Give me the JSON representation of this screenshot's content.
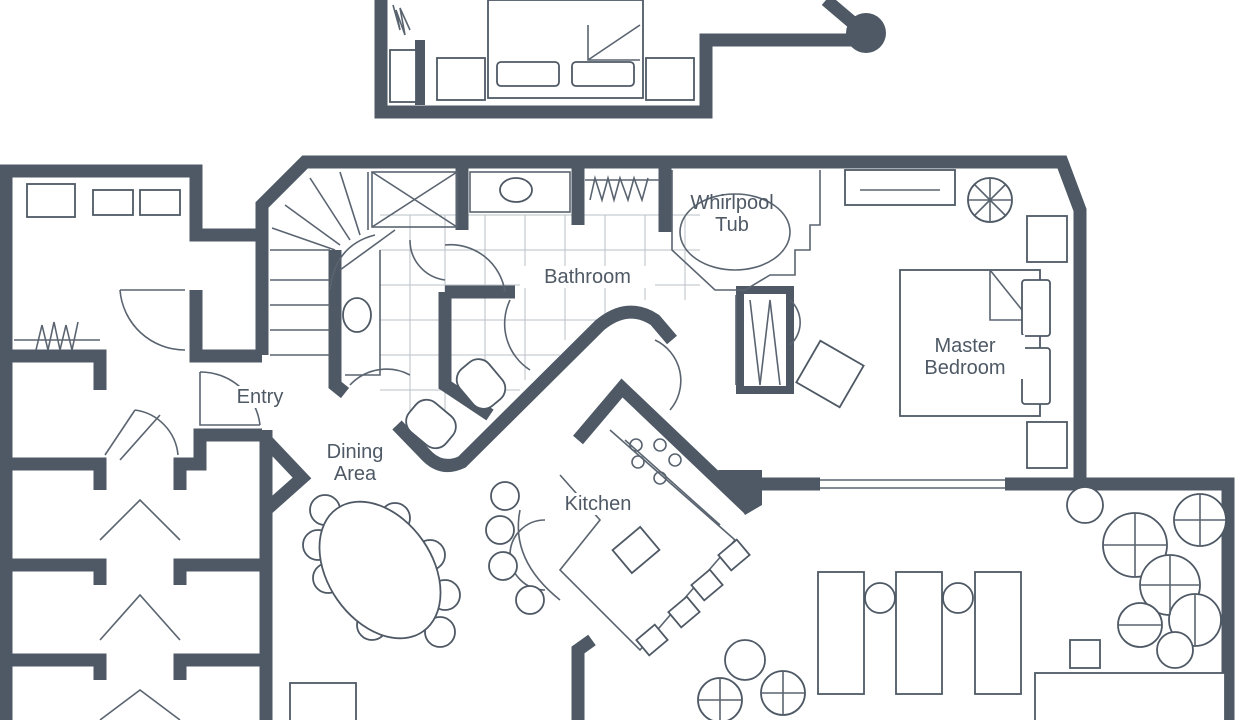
{
  "rooms": {
    "whirlpool_tub": [
      "Whirlpool",
      "Tub"
    ],
    "bathroom": "Bathroom",
    "master_bedroom": [
      "Master",
      "Bedroom"
    ],
    "entry": "Entry",
    "dining_area": [
      "Dining",
      "Area"
    ],
    "kitchen": "Kitchen"
  },
  "colors": {
    "wall": "#4e5965",
    "background": "#ffffff"
  }
}
